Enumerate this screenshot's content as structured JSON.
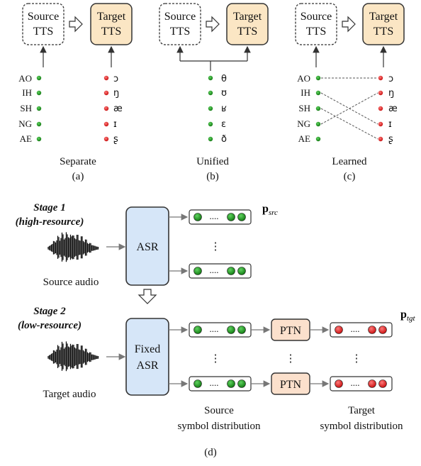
{
  "panels": [
    {
      "caption": "Separate",
      "letter": "(a)",
      "source_label": [
        "Source",
        "TTS"
      ],
      "target_label": [
        "Target",
        "TTS"
      ],
      "left_symbols": [
        "AO",
        "IH",
        "SH",
        "NG",
        "AE"
      ],
      "right_symbols": [
        "ɔ",
        "ŋ",
        "æ",
        "ɪ",
        "ʂ"
      ]
    },
    {
      "caption": "Unified",
      "letter": "(b)",
      "source_label": [
        "Source",
        "TTS"
      ],
      "target_label": [
        "Target",
        "TTS"
      ],
      "symbols": [
        "θ",
        "ʊ",
        "ʁ",
        "ɛ",
        "ð"
      ]
    },
    {
      "caption": "Learned",
      "letter": "(c)",
      "source_label": [
        "Source",
        "TTS"
      ],
      "target_label": [
        "Target",
        "TTS"
      ],
      "left_symbols": [
        "AO",
        "IH",
        "SH",
        "NG",
        "AE"
      ],
      "right_symbols": [
        "ɔ",
        "ŋ",
        "æ",
        "ɪ",
        "ʂ"
      ]
    }
  ],
  "stage1": {
    "title": "Stage 1",
    "subtitle": "(high-resource)",
    "audio_label": "Source audio",
    "model_label": "ASR",
    "dist_label": "p",
    "dist_sub": "src",
    "dots": "....",
    "vdots": "⋮"
  },
  "stage2": {
    "title": "Stage 2",
    "subtitle": "(low-resource)",
    "audio_label": "Target audio",
    "model_label": [
      "Fixed",
      "ASR"
    ],
    "ptn_label": "PTN",
    "dist_label": "p",
    "dist_sub": "tgt",
    "dots": "....",
    "vdots": "⋮",
    "source_caption": [
      "Source",
      "symbol distribution"
    ],
    "target_caption": [
      "Target",
      "symbol distribution"
    ]
  },
  "caption_d": "(d)",
  "colors": {
    "green_dot": "#1a8a1a",
    "red_dot": "#e02020",
    "target_fill": "#fbe6c4",
    "asr_fill": "#d6e6f8",
    "ptn_fill": "#fbe0cc"
  }
}
